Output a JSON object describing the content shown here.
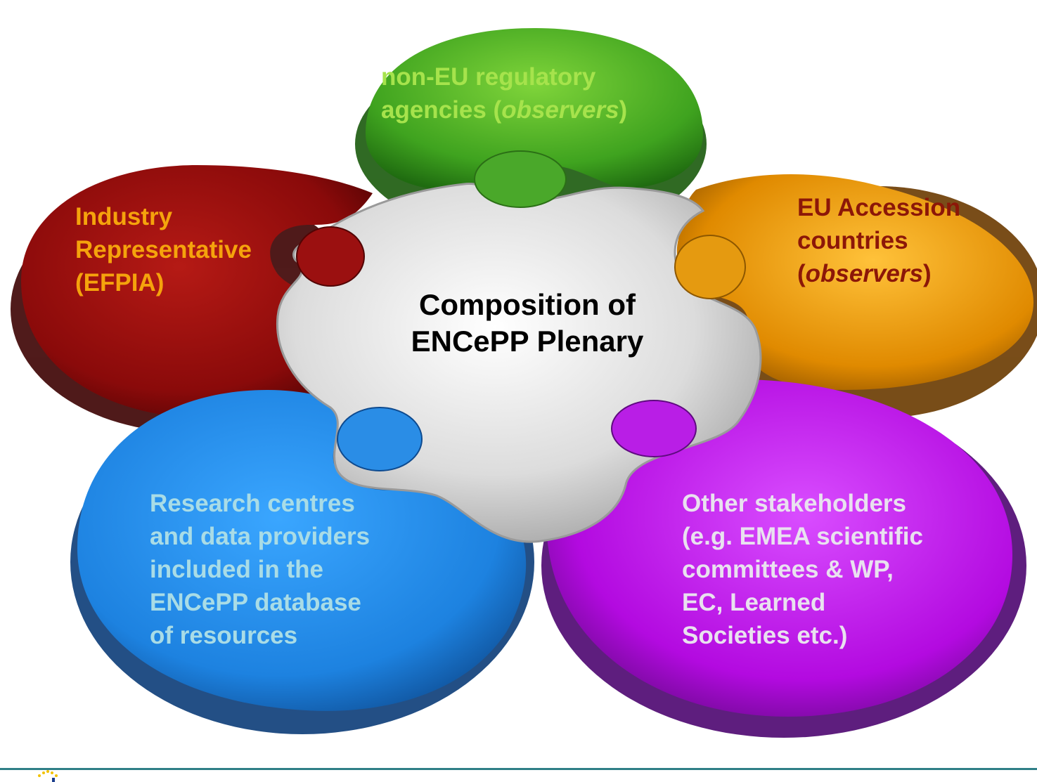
{
  "diagram": {
    "center": {
      "lines": [
        "Composition of",
        "ENCePP Plenary"
      ],
      "color": "#000000"
    },
    "segments": [
      {
        "id": "green",
        "fill": "#3fa31f",
        "text_color": "#a6e34c",
        "lines": [
          [
            {
              "t": "non-EU regulatory"
            }
          ],
          [
            {
              "t": "agencies ("
            },
            {
              "t": "observers",
              "i": true
            },
            {
              "t": ")"
            }
          ]
        ]
      },
      {
        "id": "orange",
        "fill": "#e08a00",
        "text_color": "#8c1708",
        "lines": [
          [
            {
              "t": "EU Accession"
            }
          ],
          [
            {
              "t": "countries"
            }
          ],
          [
            {
              "t": "("
            },
            {
              "t": "observers",
              "i": true
            },
            {
              "t": ")"
            }
          ]
        ]
      },
      {
        "id": "red",
        "fill": "#8a0a0a",
        "text_color": "#f5a30c",
        "lines": [
          [
            {
              "t": "Industry"
            }
          ],
          [
            {
              "t": "Representative"
            }
          ],
          [
            {
              "t": "(EFPIA)"
            }
          ]
        ]
      },
      {
        "id": "blue",
        "fill": "#1d82e0",
        "text_color": "#a9dce6",
        "lines": [
          [
            {
              "t": "Research centres"
            }
          ],
          [
            {
              "t": "and data providers"
            }
          ],
          [
            {
              "t": "included in the"
            }
          ],
          [
            {
              "t": "ENCePP database"
            }
          ],
          [
            {
              "t": "of resources"
            }
          ]
        ]
      },
      {
        "id": "purple",
        "fill": "#b30ae0",
        "text_color": "#e9e1ef",
        "lines": [
          [
            {
              "t": "Other stakeholders"
            }
          ],
          [
            {
              "t": "(e.g. EMEA scientific"
            }
          ],
          [
            {
              "t": "committees & WP,"
            }
          ],
          [
            {
              "t": "EC, Learned"
            }
          ],
          [
            {
              "t": "Societies etc.)"
            }
          ]
        ]
      }
    ],
    "footer": {
      "rule_color": "#2f7f87",
      "logo_icon": "eu-stars-logo"
    }
  }
}
